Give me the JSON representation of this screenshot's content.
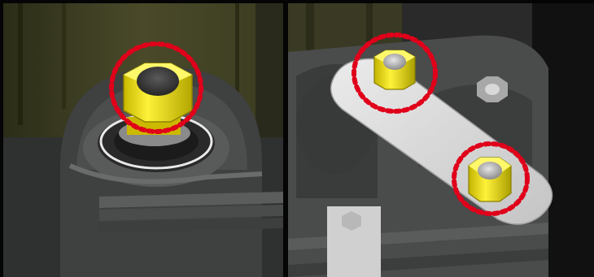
{
  "figure": {
    "panels": [
      {
        "id": "left",
        "subject": "bolt-and-nut",
        "marker": "red-dotted-circle"
      },
      {
        "id": "right",
        "subject": "link-plate-with-two-nuts",
        "marker": "red-dotted-circle"
      }
    ],
    "colors": {
      "highlight_nut": "#f2e600",
      "marker": "#e0001a",
      "background_left": "#3b3b20",
      "plate": "#d9d9d9"
    }
  }
}
